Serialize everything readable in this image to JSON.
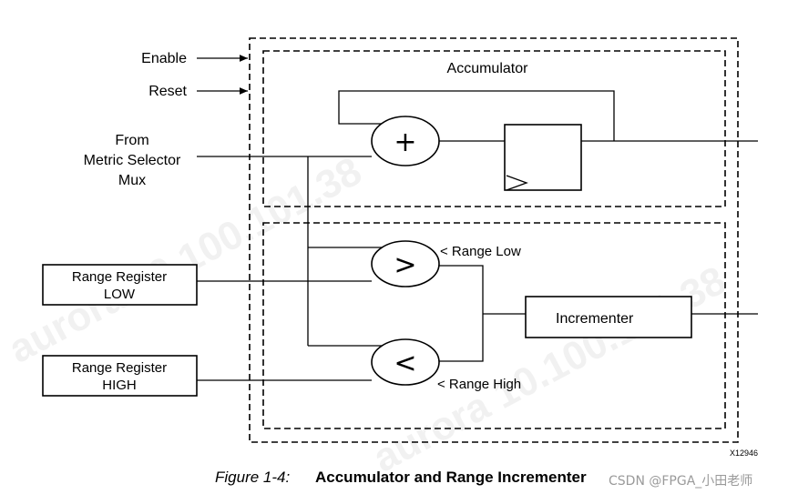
{
  "diagram": {
    "inputs": {
      "enable": "Enable",
      "reset": "Reset",
      "from_line1": "From",
      "from_line2": "Metric Selector",
      "from_line3": "Mux"
    },
    "accumulator": {
      "title": "Accumulator",
      "adder_symbol": "+"
    },
    "comparators": {
      "greater_symbol": ">",
      "less_symbol": "<",
      "range_low_label": "< Range Low",
      "range_high_label": "< Range High"
    },
    "registers": {
      "low_line1": "Range Register",
      "low_line2": "LOW",
      "high_line1": "Range Register",
      "high_line2": "HIGH"
    },
    "incrementer": {
      "label": "Incrementer"
    },
    "figure_id": "X12946",
    "watermark": "aurora 10.100.101.38"
  },
  "caption": {
    "prefix": "Figure 1-4:",
    "title": "Accumulator and Range Incrementer",
    "credit": "CSDN @FPGA_小田老师"
  }
}
